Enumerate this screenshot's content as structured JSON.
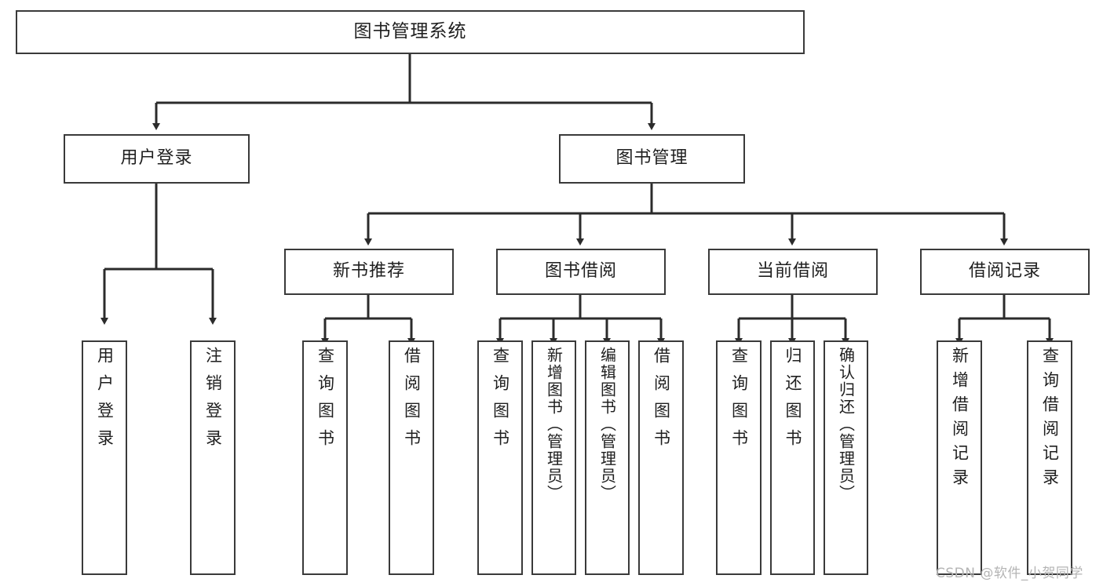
{
  "diagram": {
    "type": "tree-hierarchy",
    "title": "图书管理系统",
    "orientation": "top-down",
    "colors": {
      "node_border": "#3a3a3a",
      "node_fill": "#ffffff",
      "edge": "#2b2b2b",
      "text": "#1f1f1f",
      "watermark": "#b4b4b4",
      "background": "#ffffff"
    }
  },
  "nodes": {
    "root": {
      "label": "图书管理系统"
    },
    "level2": [
      {
        "id": "user-login",
        "label": "用户登录"
      },
      {
        "id": "book-manage",
        "label": "图书管理"
      }
    ],
    "level3": [
      {
        "id": "new-book-recommend",
        "label": "新书推荐"
      },
      {
        "id": "book-borrow",
        "label": "图书借阅"
      },
      {
        "id": "current-borrow",
        "label": "当前借阅"
      },
      {
        "id": "borrow-record",
        "label": "借阅记录"
      }
    ],
    "leaves": {
      "user_login": [
        {
          "id": "leaf-user-login",
          "label": "用户登录"
        },
        {
          "id": "leaf-logout-login",
          "label": "注销登录"
        }
      ],
      "new_book_recommend": [
        {
          "id": "leaf-query-book-1",
          "label": "查询图书"
        },
        {
          "id": "leaf-borrow-book-1",
          "label": "借阅图书"
        }
      ],
      "book_borrow": [
        {
          "id": "leaf-query-book-2",
          "label": "查询图书"
        },
        {
          "id": "leaf-add-book",
          "label": "新增图书（管理员）"
        },
        {
          "id": "leaf-edit-book",
          "label": "编辑图书（管理员）"
        },
        {
          "id": "leaf-borrow-book-2",
          "label": "借阅图书"
        }
      ],
      "current_borrow": [
        {
          "id": "leaf-query-book-3",
          "label": "查询图书"
        },
        {
          "id": "leaf-return-book",
          "label": "归还图书"
        },
        {
          "id": "leaf-confirm-return",
          "label": "确认归还（管理员）"
        }
      ],
      "borrow_record": [
        {
          "id": "leaf-add-record",
          "label": "新增借阅记录"
        },
        {
          "id": "leaf-query-record",
          "label": "查询借阅记录"
        }
      ]
    }
  },
  "watermark": {
    "text": "CSDN @软件_小贺同学"
  }
}
